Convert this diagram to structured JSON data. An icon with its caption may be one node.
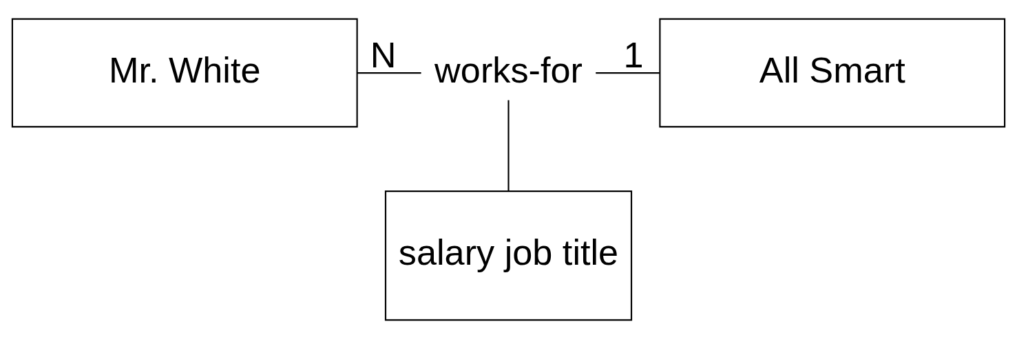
{
  "diagram": {
    "nodes": [
      {
        "text": [
          "Mr. White"
        ]
      },
      {
        "text": [
          "All Smart"
        ]
      },
      {
        "text": [
          "works-for"
        ]
      },
      {
        "text": [
          "salary job title"
        ]
      }
    ],
    "edges": [
      {
        "from": 0,
        "to": 2,
        "arrow": "none"
      },
      {
        "from": 2,
        "to": 1,
        "arrow": "none"
      },
      {
        "from": 2,
        "to": 3,
        "arrow": "none"
      }
    ],
    "labels": [
      "N",
      "1"
    ]
  }
}
